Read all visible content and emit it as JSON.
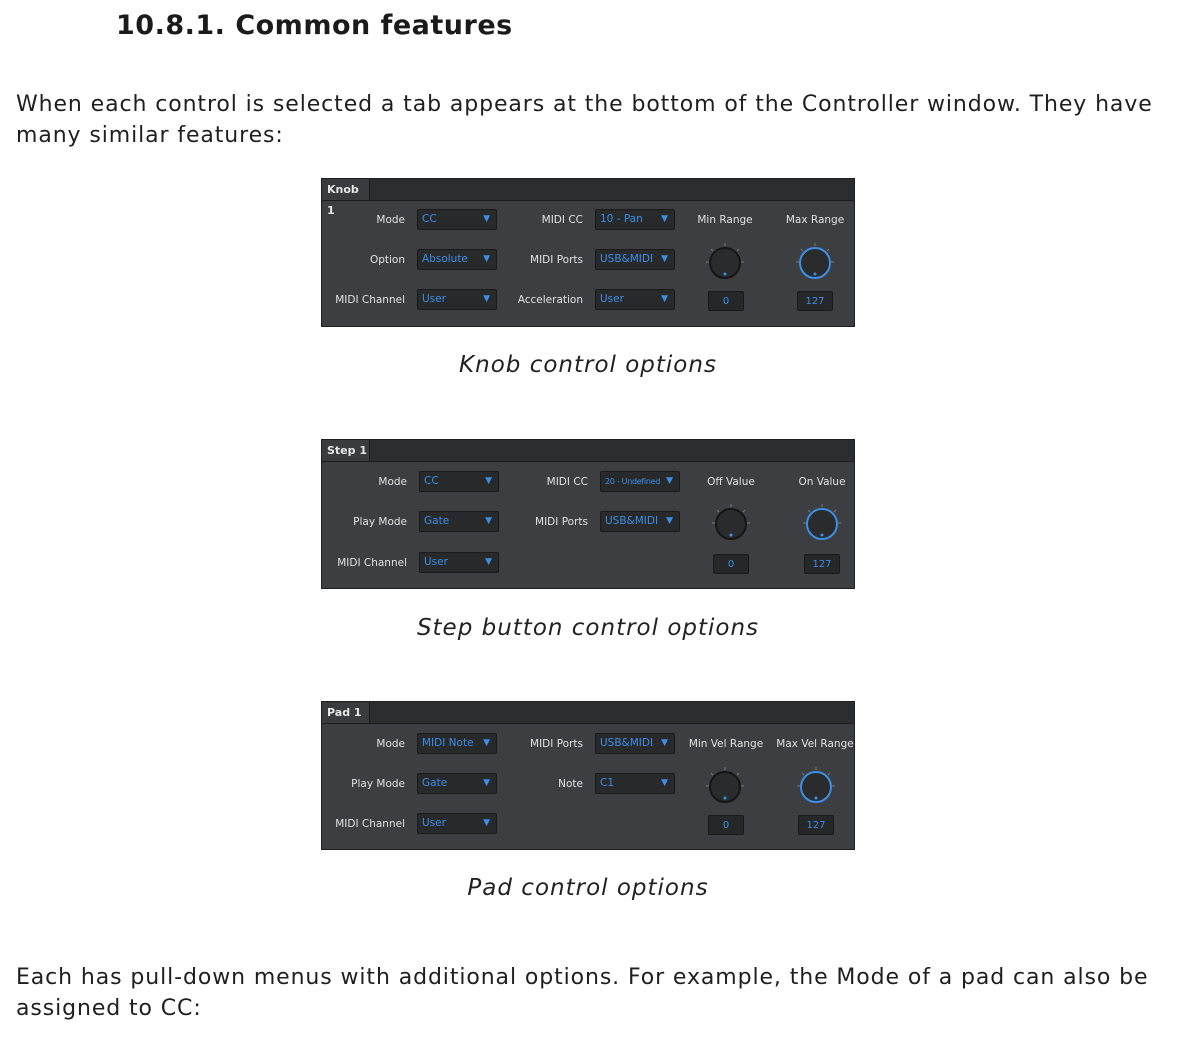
{
  "heading": "10.8.1. Common features",
  "intro": "When each control is selected a tab appears at the bottom of the Controller window. They have many similar features:",
  "outro": "Each has pull-down menus with additional options. For example, the Mode of a pad can also be assigned to CC:",
  "colors": {
    "accent": "#3c8fe6",
    "panel_bg": "#3d3e41"
  },
  "knob_panel": {
    "tab": "Knob 1",
    "mode_label": "Mode",
    "mode_value": "CC",
    "option_label": "Option",
    "option_value": "Absolute",
    "channel_label": "MIDI Channel",
    "channel_value": "User",
    "midicc_label": "MIDI CC",
    "midicc_value": "10 - Pan",
    "ports_label": "MIDI Ports",
    "ports_value": "USB&MIDI",
    "accel_label": "Acceleration",
    "accel_value": "User",
    "min_label": "Min Range",
    "min_value": "0",
    "max_label": "Max Range",
    "max_value": "127",
    "caption": "Knob control options"
  },
  "step_panel": {
    "tab": "Step 1",
    "mode_label": "Mode",
    "mode_value": "CC",
    "play_label": "Play Mode",
    "play_value": "Gate",
    "channel_label": "MIDI Channel",
    "channel_value": "User",
    "midicc_label": "MIDI CC",
    "midicc_value": "20 - Undefined",
    "ports_label": "MIDI Ports",
    "ports_value": "USB&MIDI",
    "off_label": "Off Value",
    "off_value": "0",
    "on_label": "On Value",
    "on_value": "127",
    "caption": "Step button control options"
  },
  "pad_panel": {
    "tab": "Pad 1",
    "mode_label": "Mode",
    "mode_value": "MIDI Note",
    "play_label": "Play Mode",
    "play_value": "Gate",
    "channel_label": "MIDI Channel",
    "channel_value": "User",
    "ports_label": "MIDI Ports",
    "ports_value": "USB&MIDI",
    "note_label": "Note",
    "note_value": "C1",
    "min_label": "Min Vel Range",
    "min_value": "0",
    "max_label": "Max Vel Range",
    "max_value": "127",
    "caption": "Pad control options"
  }
}
